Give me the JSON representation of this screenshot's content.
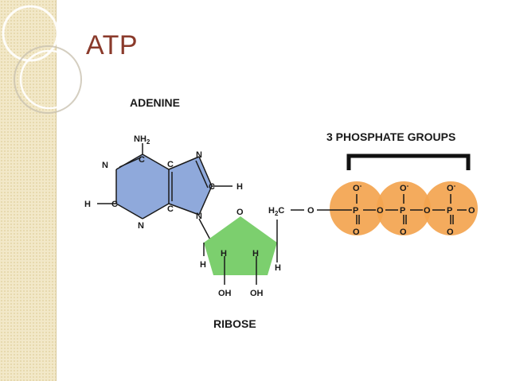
{
  "slide": {
    "title": "ATP"
  },
  "labels": {
    "adenine": "ADENINE",
    "ribose": "RIBOSE",
    "phosphate_groups": "3 PHOSPHATE GROUPS"
  },
  "adenine_atoms": {
    "nh2": "NH",
    "nh2_sub": "2",
    "c_top": "C",
    "n_left": "N",
    "c_mid_top": "C",
    "n_right_top": "N",
    "c_right": "C",
    "h_right": "H",
    "h_left": "H",
    "c_left": "C",
    "c_mid_bottom": "C",
    "n_bottom": "N",
    "n_right_bottom": "N"
  },
  "ribose_atoms": {
    "o_ring": "O",
    "h_c2": "H",
    "h_c3": "H",
    "h_left": "H",
    "h_right": "H",
    "oh_1": "OH",
    "oh_2": "OH",
    "h2c": "H",
    "h2c_sub": "2",
    "h2c_c": "C",
    "o_link": "O"
  },
  "phosphate_atoms": {
    "o_minus": "O",
    "minus": "-",
    "p": "P",
    "o": "O"
  },
  "colors": {
    "title": "#8a3a2b",
    "adenine_fill": "#8fa9db",
    "ribose_fill": "#7ccf6e",
    "phosphate_fill": "#f3a44f",
    "left_band": "#f2e8c8"
  }
}
